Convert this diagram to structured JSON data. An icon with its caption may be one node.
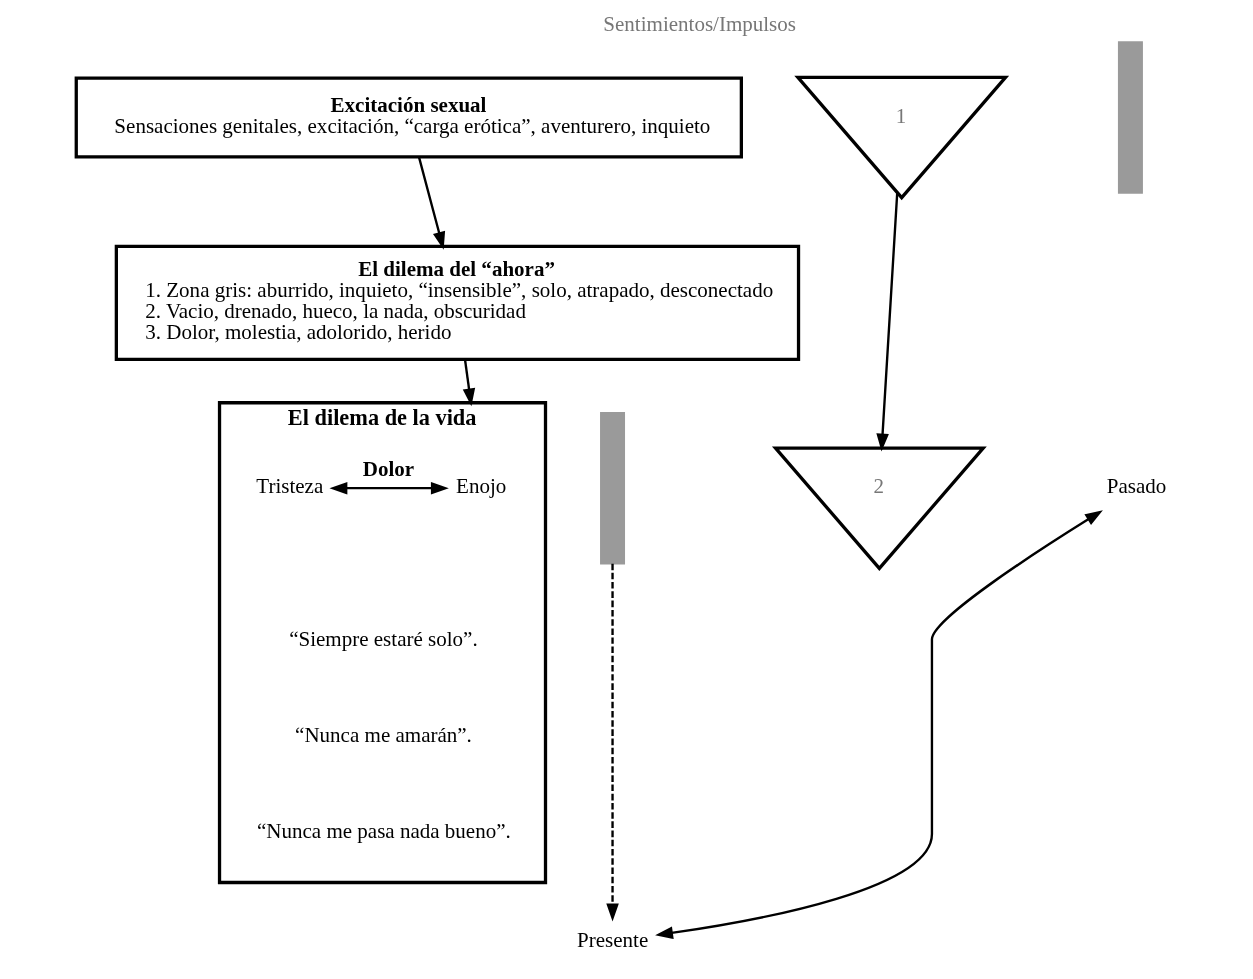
{
  "diagram": {
    "nodes": [
      {
        "text": [
          "Excitación sexual",
          "Sensaciones genitales, excitación, “carga erótica”, aventurero, inquieto"
        ]
      },
      {
        "text": [],
        "shape": "brace"
      },
      {
        "text": [
          "1"
        ],
        "beside": [
          "Sentimientos/Impulsos"
        ]
      },
      {
        "text": [
          "El dilema del “ahora”",
          "1. Zona gris: aburrido, inquieto, “insensible”, solo, atrapado, desconectado",
          "2. Vacio, drenado, hueco, la nada, obscuridad",
          "3. Dolor, molestia, adolorido, herido"
        ]
      },
      {
        "text": [
          "El dilema de la vida"
        ]
      },
      {
        "text": [
          "Enojo"
        ],
        "in": 4
      },
      {
        "text": [
          "Tristeza"
        ],
        "in": 4
      },
      {
        "text": [],
        "shape": "brace"
      },
      {
        "text": [
          "Pasado"
        ]
      },
      {
        "text": [
          "2"
        ]
      },
      {
        "text": [
          "Presente"
        ]
      }
    ],
    "edges": [
      {
        "from": 0,
        "to": 3,
        "arrow": "to"
      },
      {
        "from": 3,
        "to": 4,
        "arrow": "to"
      },
      {
        "from": 5,
        "to": 6,
        "arrow": "both",
        "label": "Dolor"
      },
      {
        "from": 2,
        "to": 9,
        "arrow": "to"
      },
      {
        "from": 7,
        "to": 10,
        "arrow": "to",
        "style": "dashed"
      },
      {
        "from": 10,
        "to": 8,
        "arrow": "both"
      }
    ],
    "labels": [
      "“Siempre estaré solo”.",
      "“Nunca me amarán”.",
      "“Nunca me pasa nada bueno”."
    ]
  }
}
